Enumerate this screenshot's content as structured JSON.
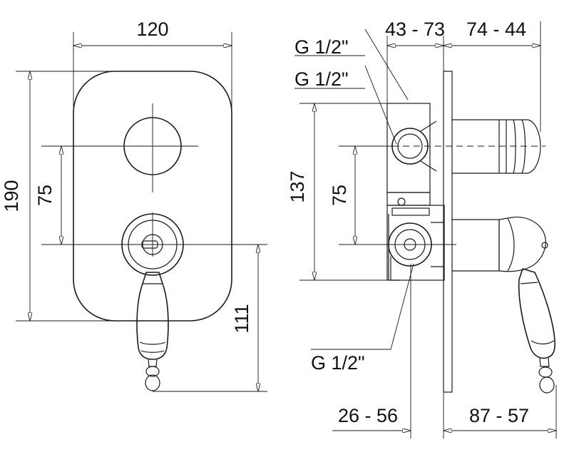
{
  "left_view": {
    "width_label": "120",
    "height_label": "190",
    "spacing_label": "75",
    "lever_label": "111"
  },
  "right_view": {
    "connection_top_1": "G 1/2\"",
    "connection_top_2": "G 1/2\"",
    "connection_bottom": "G 1/2\"",
    "depth_range_label": "43 - 73",
    "handle_range_label": "74 - 44",
    "body_height_label": "137",
    "spacing_label": "75",
    "bottom_left_range": "26 - 56",
    "bottom_right_range": "87 - 57"
  }
}
